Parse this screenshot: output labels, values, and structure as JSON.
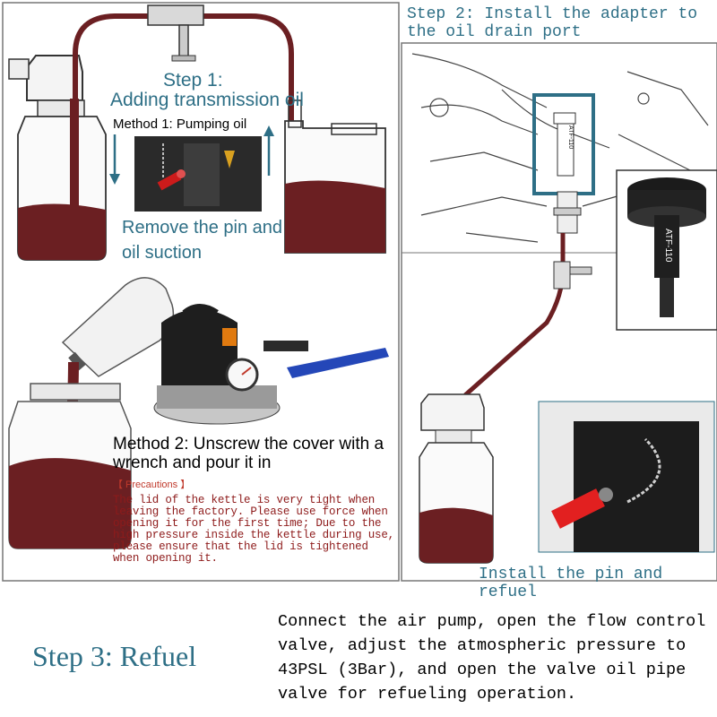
{
  "step1": {
    "title": "Step 1:",
    "subtitle": "Adding transmission oil",
    "method1": "Method 1: Pumping oil",
    "remove_caption": "Remove the pin and oil suction"
  },
  "method2": {
    "text": "Method 2: Unscrew the cover with a wrench and pour it in",
    "precautions_title": "【 Precautions 】",
    "precautions_text": "The lid of the kettle is very tight when leaving the factory. Please use force when opening it for the first time; Due to the high pressure inside the kettle during use, please ensure that the lid is tightened when opening it."
  },
  "step2": {
    "title": "Step 2: Install the adapter to the oil drain port",
    "adapter_label": "ATF-110",
    "install_caption": "Install the pin and refuel"
  },
  "step3": {
    "title": "Step 3: Refuel",
    "description": "Connect the air pump, open the flow control valve, adjust the atmospheric pressure to 43PSL (3Bar), and open the valve oil pipe valve for refueling operation."
  },
  "colors": {
    "accent": "#2e6f86",
    "oil": "#6b1f22",
    "warning": "#8e1b1b",
    "frame": "#555555"
  }
}
